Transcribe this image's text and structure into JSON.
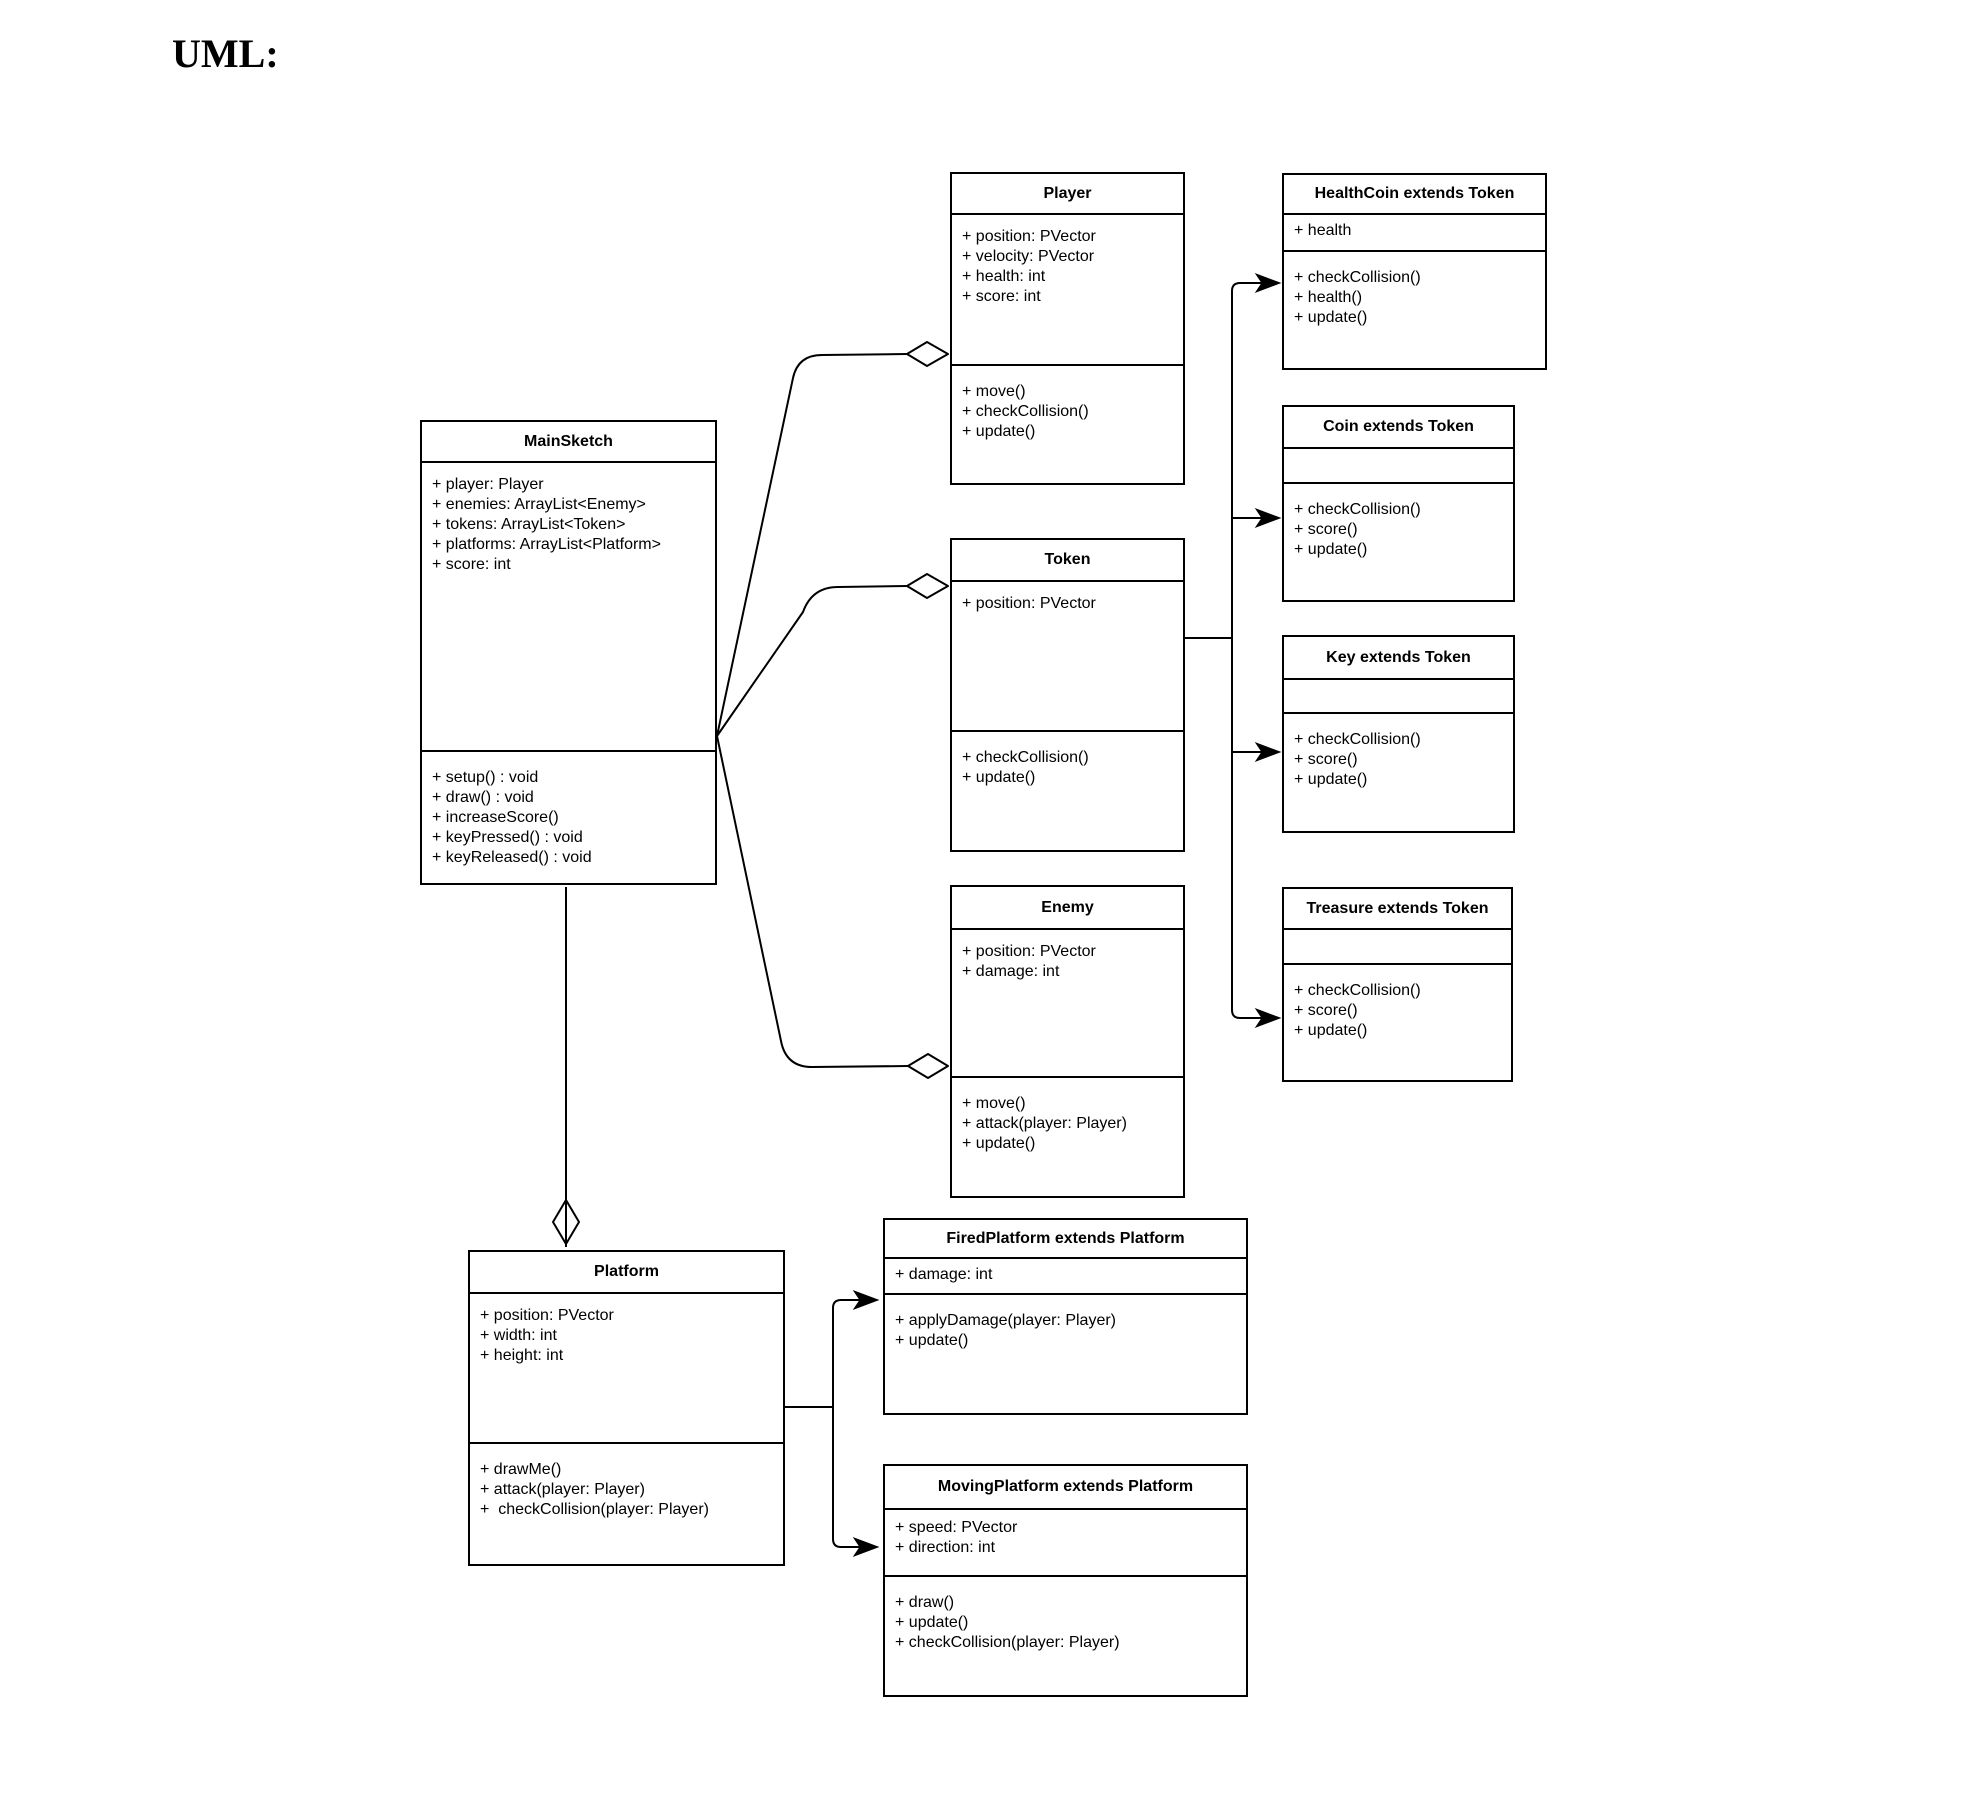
{
  "page": {
    "title": "UML:"
  },
  "colors": {
    "background": "#ffffff",
    "line": "#000000",
    "text": "#000000"
  },
  "classes": {
    "mainsketch": {
      "title": "MainSketch",
      "attributes": [
        "+ player: Player",
        "+ enemies: ArrayList<Enemy>",
        "+ tokens: ArrayList<Token>",
        "+ platforms: ArrayList<Platform>",
        "+ score: int"
      ],
      "methods": [
        "+ setup() : void",
        "+ draw() : void",
        "+ increaseScore()",
        "+ keyPressed() : void",
        "+ keyReleased() : void"
      ]
    },
    "player": {
      "title": "Player",
      "attributes": [
        "+ position: PVector",
        "+ velocity: PVector",
        "+ health: int",
        "+ score: int"
      ],
      "methods": [
        "+ move()",
        "+ checkCollision()",
        "+ update()"
      ]
    },
    "token": {
      "title": "Token",
      "attributes": [
        "+ position: PVector"
      ],
      "methods": [
        "+ checkCollision()",
        "+ update()"
      ]
    },
    "enemy": {
      "title": "Enemy",
      "attributes": [
        "+ position: PVector",
        "+ damage: int"
      ],
      "methods": [
        "+ move()",
        "+ attack(player: Player)",
        "+ update()"
      ]
    },
    "healthcoin": {
      "title": "HealthCoin extends Token",
      "attributes": [
        "+ health"
      ],
      "methods": [
        "+ checkCollision()",
        "+ health()",
        "+ update()"
      ]
    },
    "coin": {
      "title": "Coin extends Token",
      "attributes": [],
      "methods": [
        "+ checkCollision()",
        "+ score()",
        "+ update()"
      ]
    },
    "key": {
      "title": "Key extends Token",
      "attributes": [],
      "methods": [
        "+ checkCollision()",
        "+ score()",
        "+ update()"
      ]
    },
    "treasure": {
      "title": "Treasure extends Token",
      "attributes": [],
      "methods": [
        "+ checkCollision()",
        "+ score()",
        "+ update()"
      ]
    },
    "platform": {
      "title": "Platform",
      "attributes": [
        "+ position: PVector",
        "+ width: int",
        "+ height: int"
      ],
      "methods": [
        "+ drawMe()",
        "+ attack(player: Player)",
        "+  checkCollision(player: Player)"
      ]
    },
    "firedplatform": {
      "title": "FiredPlatform extends Platform",
      "attributes": [
        "+ damage: int"
      ],
      "methods": [
        "+ applyDamage(player: Player)",
        "+ update()"
      ]
    },
    "movingplatform": {
      "title": "MovingPlatform extends Platform",
      "attributes": [
        "+ speed: PVector",
        "+ direction: int"
      ],
      "methods": [
        "+ draw()",
        "+ update()",
        "+ checkCollision(player: Player)"
      ]
    }
  },
  "connectors": [
    {
      "from": "MainSketch",
      "to": "Player",
      "type": "aggregation"
    },
    {
      "from": "MainSketch",
      "to": "Token",
      "type": "aggregation"
    },
    {
      "from": "MainSketch",
      "to": "Enemy",
      "type": "aggregation"
    },
    {
      "from": "MainSketch",
      "to": "Platform",
      "type": "aggregation"
    },
    {
      "from": "Token",
      "to": "HealthCoin",
      "type": "extends"
    },
    {
      "from": "Token",
      "to": "Coin",
      "type": "extends"
    },
    {
      "from": "Token",
      "to": "Key",
      "type": "extends"
    },
    {
      "from": "Token",
      "to": "Treasure",
      "type": "extends"
    },
    {
      "from": "Platform",
      "to": "FiredPlatform",
      "type": "extends"
    },
    {
      "from": "Platform",
      "to": "MovingPlatform",
      "type": "extends"
    }
  ]
}
